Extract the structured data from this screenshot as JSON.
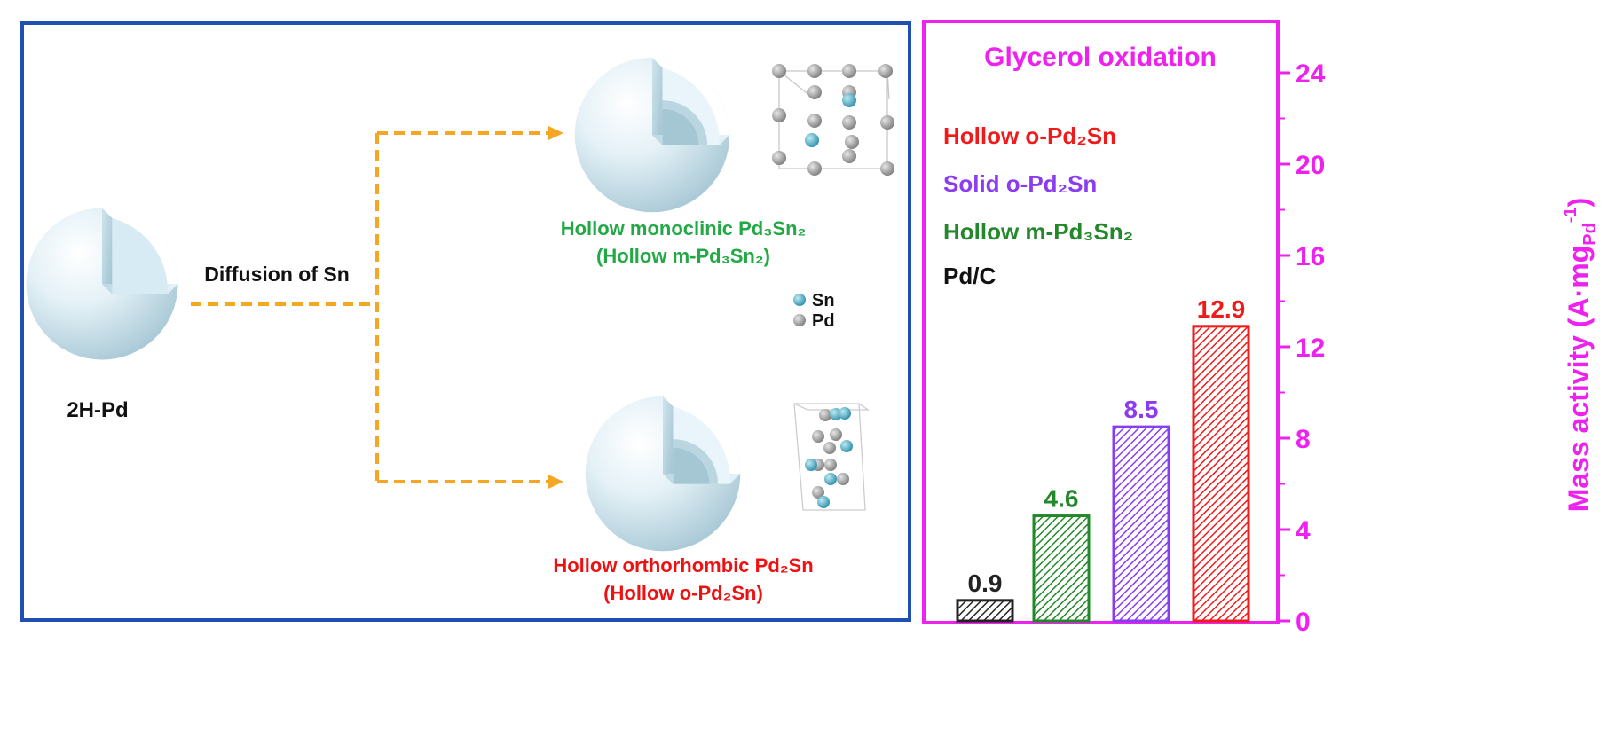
{
  "scheme": {
    "start_label": "2H-Pd",
    "arrow_label": "Diffusion of Sn",
    "top_product": {
      "line1": "Hollow monoclinic Pd₃Sn₂",
      "line2": "(Hollow m-Pd₃Sn₂)"
    },
    "bottom_product": {
      "line1": "Hollow orthorhombic Pd₂Sn",
      "line2": "(Hollow o-Pd₂Sn)"
    },
    "legend": [
      {
        "label": "Sn",
        "color": "#4aa9c4"
      },
      {
        "label": "Pd",
        "color": "#9a9a9a"
      }
    ],
    "colors": {
      "panel_border": "#1f4fb0",
      "arrow": "#f5a623",
      "top_label": "#22a844",
      "bottom_label": "#ee1111"
    }
  },
  "chart_data": {
    "type": "bar",
    "title": "Glycerol oxidation",
    "ylabel": "Mass activity (A·mg_Pd^-1)",
    "ylim": [
      0,
      26
    ],
    "yticks": [
      0,
      4,
      8,
      12,
      16,
      20,
      24
    ],
    "categories": [
      "Pd/C",
      "Hollow m-Pd₃Sn₂",
      "Solid o-Pd₂Sn",
      "Hollow o-Pd₂Sn"
    ],
    "values": [
      0.9,
      4.6,
      8.5,
      12.9
    ],
    "value_labels": [
      "0.9",
      "4.6",
      "8.5",
      "12.9"
    ],
    "bar_colors": [
      "#222222",
      "#22882a",
      "#8a3cf0",
      "#f01a1a"
    ],
    "legend": [
      {
        "label": "Hollow o-Pd₂Sn",
        "color": "#f01a1a"
      },
      {
        "label": "Solid o-Pd₂Sn",
        "color": "#8a3cf0"
      },
      {
        "label": "Hollow m-Pd₃Sn₂",
        "color": "#22882a"
      },
      {
        "label": "Pd/C",
        "color": "#111111"
      }
    ],
    "axis_color": "#ee22ee",
    "grid": false
  }
}
